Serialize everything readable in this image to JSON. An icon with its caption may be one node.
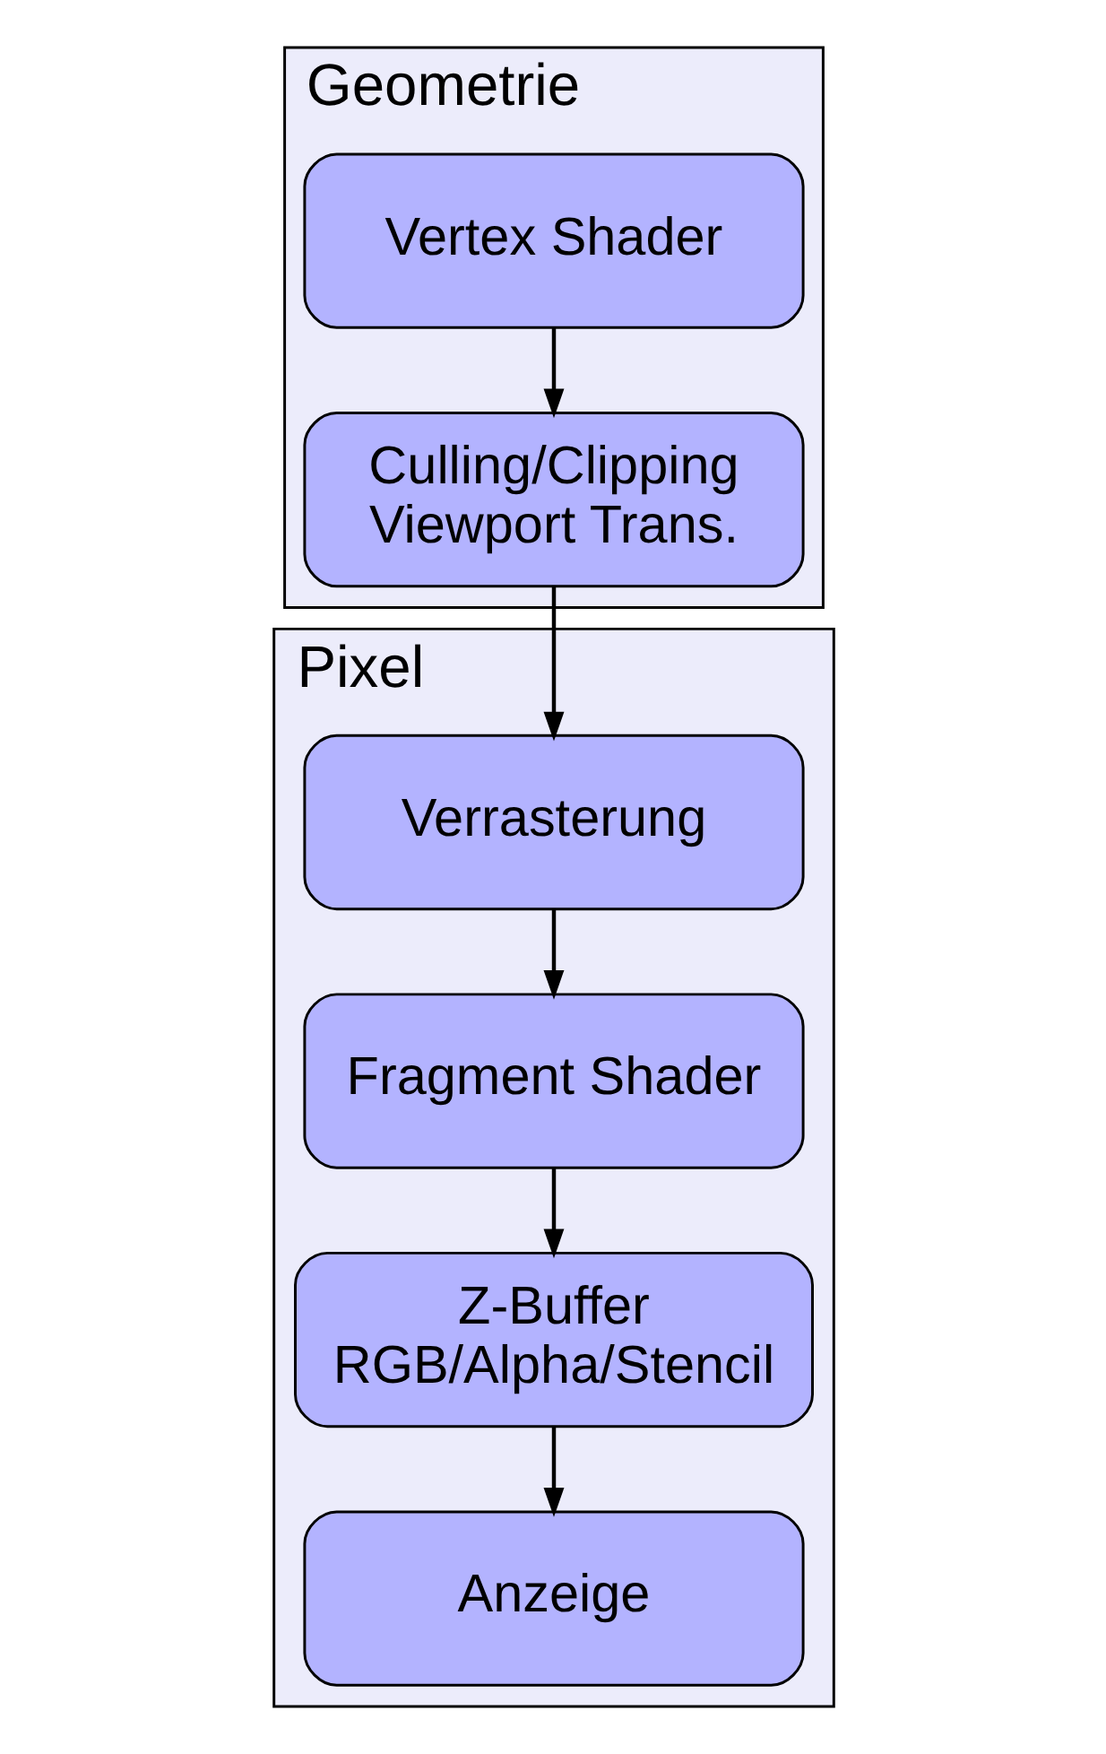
{
  "diagram": {
    "nodes": [
      {
        "text": [
          "Geometrie"
        ]
      },
      {
        "text": [
          "Vertex Shader"
        ],
        "in": 0
      },
      {
        "text": [
          "Culling/Clipping",
          "Viewport Trans."
        ],
        "in": 0
      },
      {
        "text": [
          "Pixel"
        ]
      },
      {
        "text": [
          "Verrasterung"
        ],
        "in": 3
      },
      {
        "text": [
          "Fragment Shader"
        ],
        "in": 3
      },
      {
        "text": [
          "Z-Buffer",
          "RGB/Alpha/Stencil"
        ],
        "in": 3
      },
      {
        "text": [
          "Anzeige"
        ],
        "in": 3
      }
    ],
    "edges": [
      {
        "from": 1,
        "to": 2,
        "arrow": "to"
      },
      {
        "from": 2,
        "to": 4,
        "arrow": "to"
      },
      {
        "from": 4,
        "to": 5,
        "arrow": "to"
      },
      {
        "from": 5,
        "to": 6,
        "arrow": "to"
      },
      {
        "from": 6,
        "to": 7,
        "arrow": "to"
      }
    ]
  }
}
